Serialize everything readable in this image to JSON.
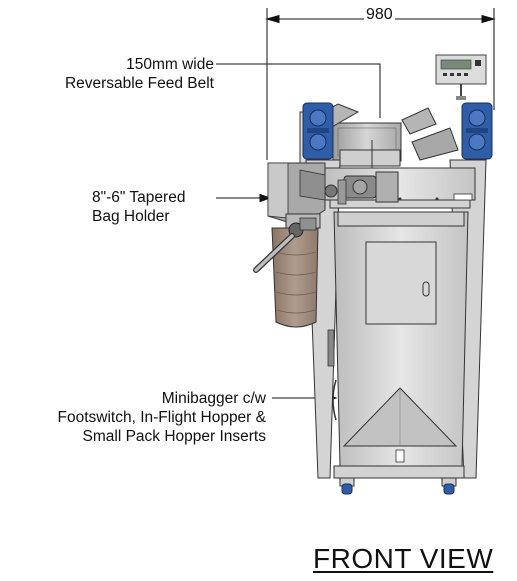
{
  "dimension": {
    "width_label": "980"
  },
  "callouts": {
    "feed_belt": {
      "line1": "150mm wide",
      "line2": "Reversable Feed Belt"
    },
    "bag_holder": {
      "line1": "8\"-6\" Tapered",
      "line2": "Bag Holder"
    },
    "minibagger": {
      "line1": "Minibagger c/w",
      "line2": "Footswitch, In-Flight Hopper &",
      "line3": "Small Pack Hopper Inserts"
    }
  },
  "view_title": "FRONT VIEW",
  "colors": {
    "machine_blue": "#2f5da8",
    "steel": "#c9c9c9",
    "bag": "#9b8678",
    "frame": "#555555"
  }
}
